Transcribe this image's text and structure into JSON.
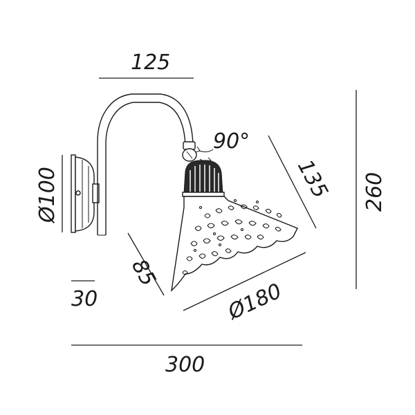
{
  "diagram": {
    "subject": "wall lamp technical drawing",
    "dimensions": {
      "arm_width": "125",
      "rotation": "90°",
      "shade_height": "135",
      "total_height": "260",
      "base_diameter": "Ø100",
      "projection": "85",
      "base_depth": "30",
      "shade_diameter": "Ø180",
      "total_width": "300"
    }
  }
}
